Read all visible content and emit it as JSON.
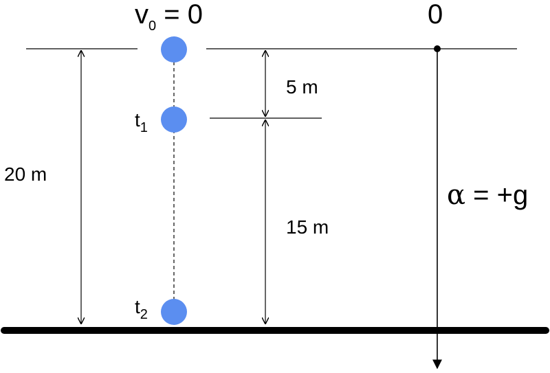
{
  "labels": {
    "v_symbol": "v",
    "v_subscript": "0",
    "v_rest": " = 0",
    "origin": "0",
    "t1_symbol": "t",
    "t1_subscript": "1",
    "t2_symbol": "t",
    "t2_subscript": "2",
    "dist_total": "20 m",
    "dist_top": "5 m",
    "dist_bottom": "15 m",
    "accel_symbol": "α",
    "accel_rest": " = +g"
  },
  "colors": {
    "ball": "#5b8ef0",
    "line": "#000000",
    "ground": "#000000"
  }
}
